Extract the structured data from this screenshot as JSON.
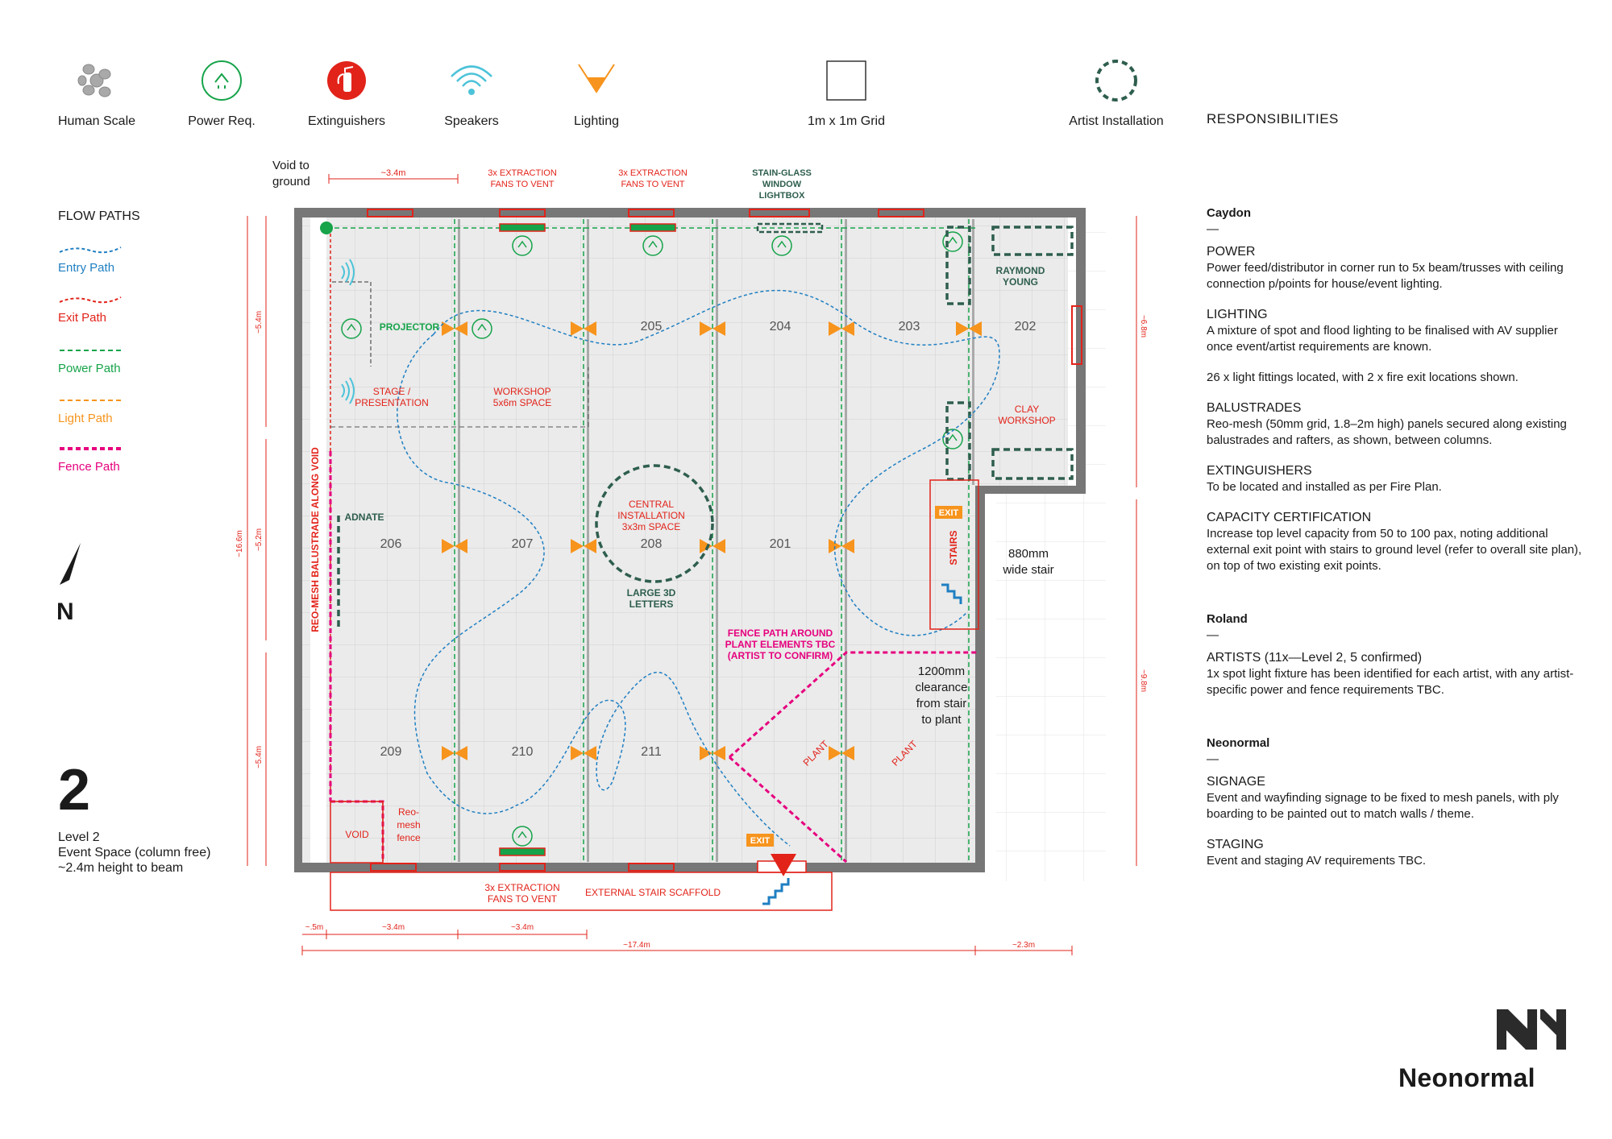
{
  "legend": [
    {
      "label": "Human Scale",
      "icon": "human-scale-icon"
    },
    {
      "label": "Power Req.",
      "icon": "power-icon"
    },
    {
      "label": "Extinguishers",
      "icon": "extinguisher-icon"
    },
    {
      "label": "Speakers",
      "icon": "speaker-icon"
    },
    {
      "label": "Lighting",
      "icon": "lighting-icon"
    },
    {
      "label": "1m x 1m Grid",
      "icon": "grid-icon"
    },
    {
      "label": "Artist Installation",
      "icon": "installation-icon"
    }
  ],
  "responsibilities_title": "RESPONSIBILITIES",
  "flow_paths": {
    "title": "FLOW PATHS",
    "items": [
      {
        "label": "Entry Path",
        "color": "#1f7fc2"
      },
      {
        "label": "Exit Path",
        "color": "#e2231a"
      },
      {
        "label": "Power Path",
        "color": "#16a34a"
      },
      {
        "label": "Light Path",
        "color": "#f7941d"
      },
      {
        "label": "Fence Path",
        "color": "#e6007e"
      }
    ]
  },
  "colors": {
    "red": "#e2231a",
    "green": "#16a34a",
    "dark_green": "#2e5e4e",
    "blue": "#1f7fc2",
    "cyan": "#4cc3d9",
    "orange": "#f7941d",
    "magenta": "#e6007e",
    "wall": "#777777",
    "floor": "#ebebeb"
  },
  "plan": {
    "top_labels": {
      "void": [
        "Void to",
        "ground"
      ],
      "dim_top": "~3.4m",
      "fans1": [
        "3x EXTRACTION",
        "FANS TO VENT"
      ],
      "fans2": [
        "3x EXTRACTION",
        "FANS TO VENT"
      ],
      "stain": [
        "STAIN-GLASS",
        "WINDOW",
        "LIGHTBOX"
      ]
    },
    "rooms": [
      "205",
      "204",
      "203",
      "202",
      "206",
      "207",
      "208",
      "201",
      "209",
      "210",
      "211"
    ],
    "zones": {
      "projector": "PROJECTOR",
      "stage": [
        "STAGE /",
        "PRESENTATION"
      ],
      "workshop": [
        "WORKSHOP",
        "5x6m SPACE"
      ],
      "raymond": [
        "RAYMOND",
        "YOUNG"
      ],
      "clay": [
        "CLAY",
        "WORKSHOP"
      ],
      "adnate": "ADNATE",
      "central": [
        "CENTRAL",
        "INSTALLATION",
        "3x3m SPACE"
      ],
      "letters": [
        "LARGE 3D",
        "LETTERS"
      ],
      "exit_top": "EXIT",
      "stairs": "STAIRS",
      "stair_width": [
        "880mm",
        "wide stair"
      ],
      "fence_note": [
        "FENCE PATH AROUND",
        "PLANT ELEMENTS TBC",
        "(ARTIST TO CONFIRM)"
      ],
      "clearance": [
        "1200mm",
        "clearance",
        "from stair",
        "to plant"
      ],
      "plant1": "PLANT",
      "plant2": "PLANT",
      "void": "VOID",
      "reomesh": [
        "Reo-",
        "mesh",
        "fence"
      ],
      "balustrade": "REO-MESH BALUSTRADE ALONG VOID",
      "exit_bottom": "EXIT",
      "fans_bottom": [
        "3x EXTRACTION",
        "FANS TO VENT"
      ],
      "scaffold": "EXTERNAL STAIR SCAFFOLD"
    },
    "dimensions": {
      "left_total": "~16.6m",
      "left_top": "~5.4m",
      "left_mid": "~5.2m",
      "left_bot": "~5.4m",
      "right_top": "~6.8m",
      "right_bot": "~9.8m",
      "bottom_a": "~.5m",
      "bottom_b": "~3.4m",
      "bottom_c": "~3.4m",
      "bottom_total": "~17.4m",
      "bottom_right": "~2.3m"
    }
  },
  "responsibilities": [
    {
      "who": "Caydon",
      "dash": "—",
      "sections": [
        {
          "head": "POWER",
          "body": "Power feed/distributor in corner run to 5x beam/trusses with ceiling connection p/points for house/event lighting."
        },
        {
          "head": "LIGHTING",
          "body": "A mixture of spot and flood lighting to be finalised with AV supplier once event/artist requirements are known."
        },
        {
          "head": "",
          "body": "26 x light fittings located, with 2 x fire exit locations shown."
        },
        {
          "head": "BALUSTRADES",
          "body": "Reo-mesh (50mm grid, 1.8–2m high) panels secured along existing balustrades and rafters, as shown, between columns."
        },
        {
          "head": "EXTINGUISHERS",
          "body": "To be located and installed as per Fire Plan."
        },
        {
          "head": "CAPACITY CERTIFICATION",
          "body": "Increase top level capacity from 50 to 100 pax, noting additional external exit point with stairs to ground level (refer to overall site plan), on top of two existing exit points."
        }
      ]
    },
    {
      "who": "Roland",
      "dash": "—",
      "sections": [
        {
          "head": "ARTISTS (11x—Level 2, 5 confirmed)",
          "body": "1x spot light fixture has been identified for each artist, with any artist-specific power and fence requirements TBC."
        }
      ]
    },
    {
      "who": "Neonormal",
      "dash": "—",
      "sections": [
        {
          "head": "SIGNAGE",
          "body": "Event and wayfinding signage to be fixed to mesh panels, with ply boarding to be painted out to match walls / theme."
        },
        {
          "head": "STAGING",
          "body": "Event and staging AV requirements TBC."
        }
      ]
    }
  ],
  "level": {
    "number": "2",
    "lines": [
      "Level 2",
      "Event Space (column free)",
      "~2.4m height to beam"
    ]
  },
  "north": "N",
  "logo": "Neonormal"
}
